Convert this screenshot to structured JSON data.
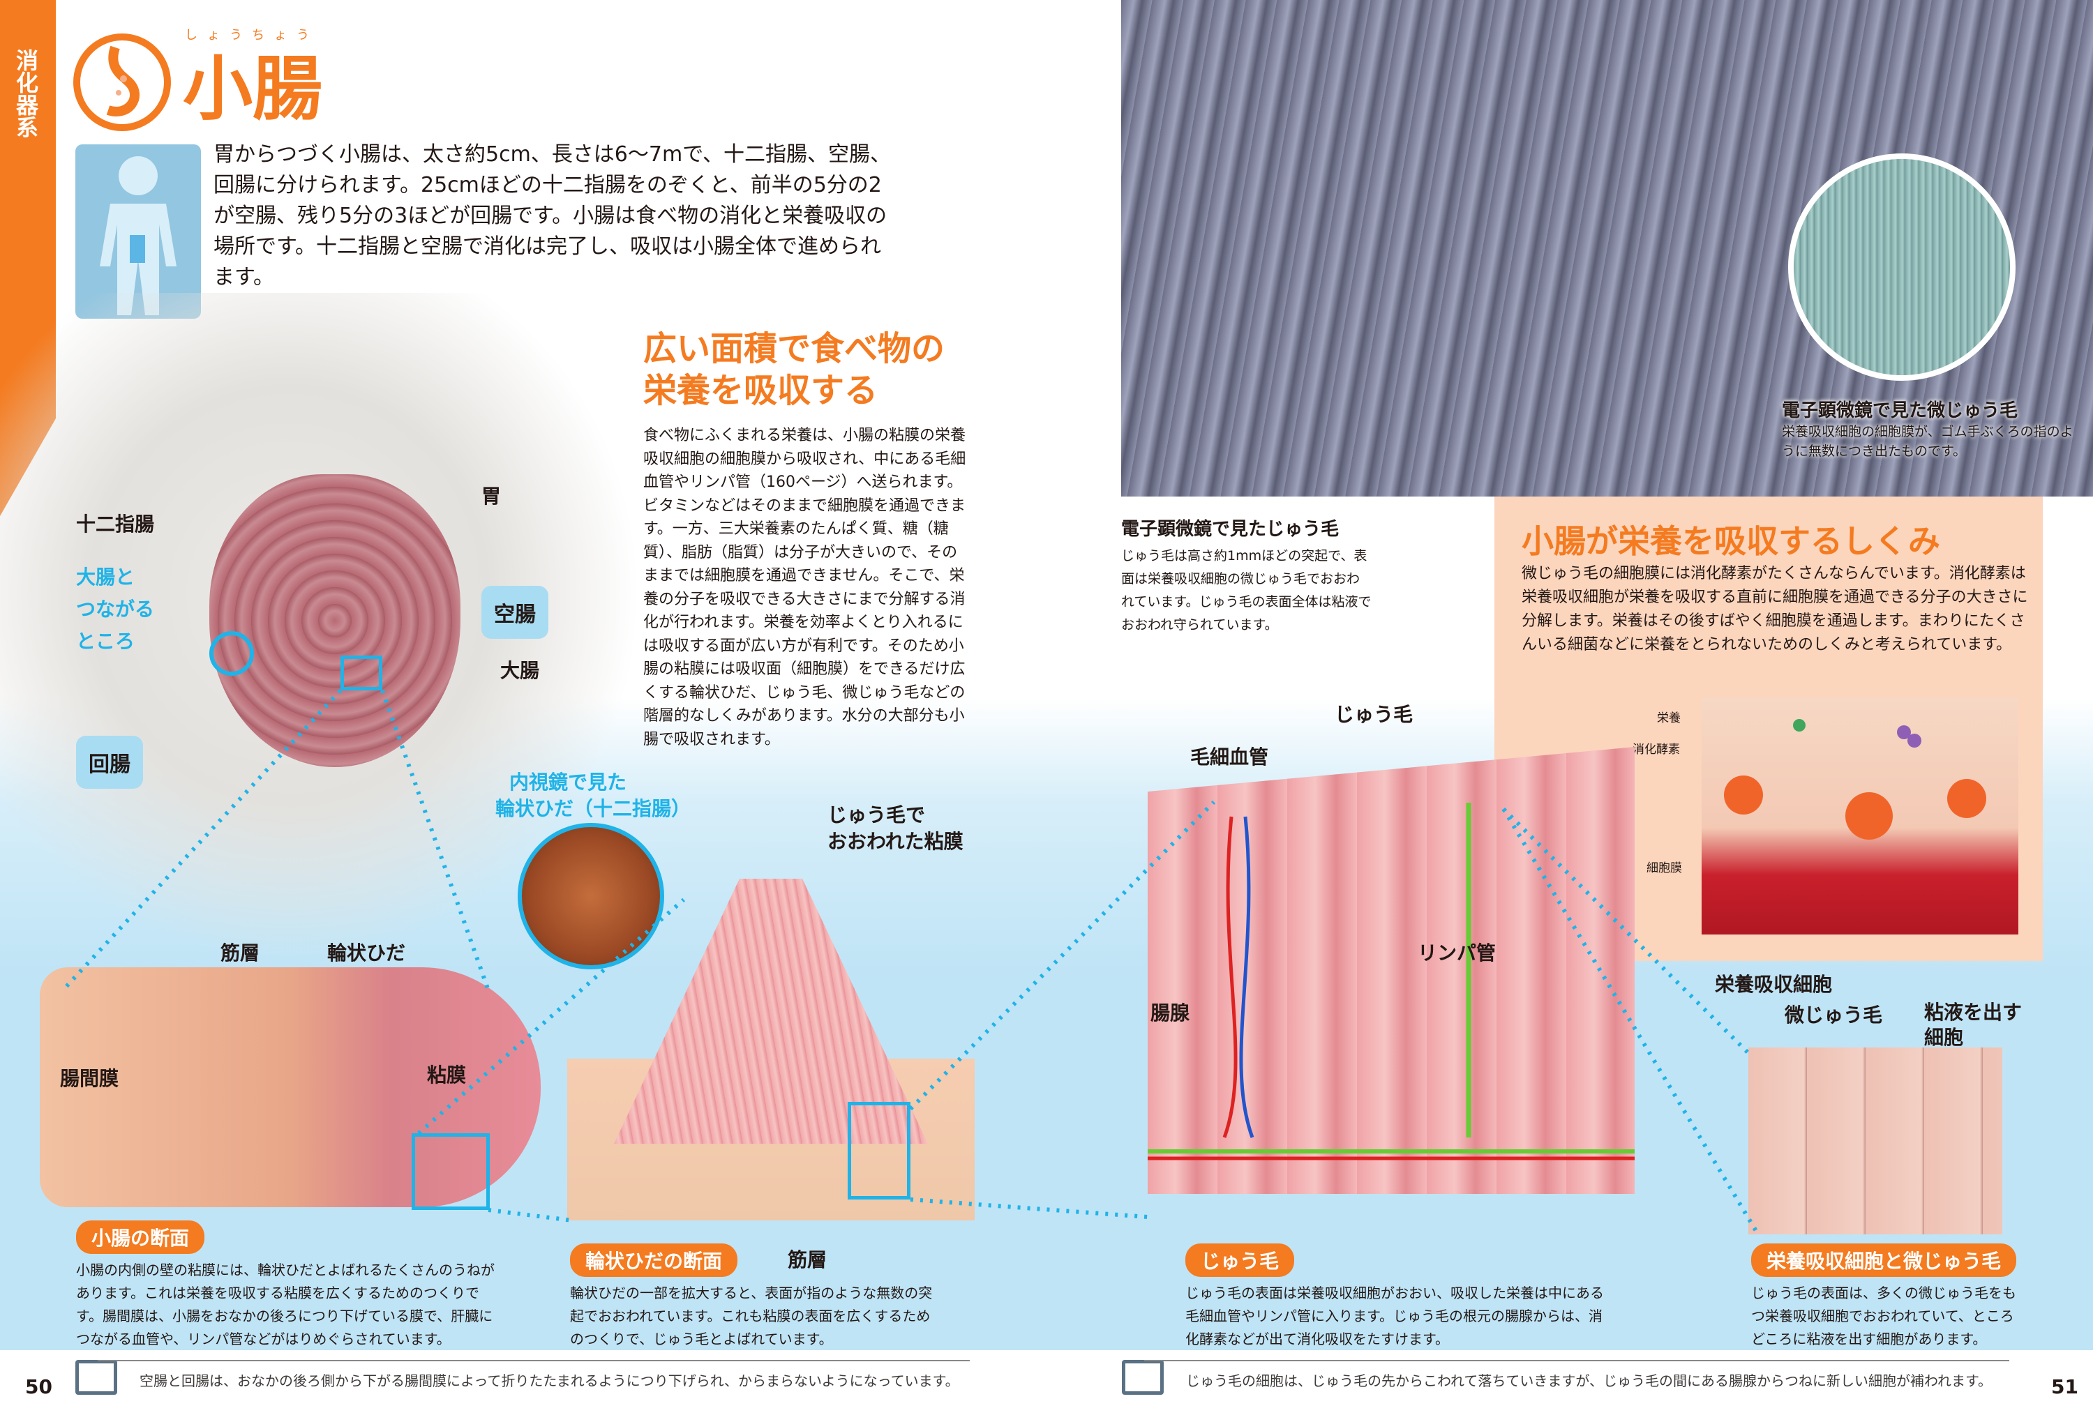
{
  "section": "消化器系",
  "title": "小腸",
  "title_ruby": "しょうちょう",
  "intro": "胃からつづく小腸は、太さ約5cm、長さは6～7mで、十二指腸、空腸、回腸に分けられます。25cmほどの十二指腸をのぞくと、前半の5分の2が空腸、残り5分の3ほどが回腸です。小腸は食べ物の消化と栄養吸収の場所です。十二指腸と空腸で消化は完了し、吸収は小腸全体で進められます。",
  "body_labels": {
    "stomach": "胃",
    "duodenum": "十二指腸",
    "connect": [
      "大腸と",
      "つながる",
      "ところ"
    ],
    "jejunum": "空腸",
    "colon": "大腸",
    "ileum": "回腸"
  },
  "main": {
    "heading": [
      "広い面積で食べ物の",
      "栄養を吸収する"
    ],
    "text": "食べ物にふくまれる栄養は、小腸の粘膜の栄養吸収細胞の細胞膜から吸収され、中にある毛細血管やリンパ管（160ページ）へ送られます。ビタミンなどはそのままで細胞膜を通過できます。一方、三大栄養素のたんぱく質、糖（糖質）、脂肪（脂質）は分子が大きいので、そのままでは細胞膜を通過できません。そこで、栄養の分子を吸収できる大きさにまで分解する消化が行われます。栄養を効率よくとり入れるには吸収する面が広い方が有利です。そのため小腸の粘膜には吸収面（細胞膜）をできるだけ広くする輪状ひだ、じゅう毛、微じゅう毛などの階層的なしくみがあります。水分の大部分も小腸で吸収されます。"
  },
  "photo": {
    "inset_title": "電子顕微鏡で見た微じゅう毛",
    "inset_text": "栄養吸収細胞の細胞膜が、ゴム手ぶくろの指のように無数につき出たものです。",
    "title": "電子顕微鏡で見たじゅう毛",
    "text": "じゅう毛は高さ約1mmほどの突起で、表面は栄養吸収細胞の微じゅう毛でおおわれています。じゅう毛の表面全体は粘液でおおわれ守られています。"
  },
  "mechanism": {
    "heading": "小腸が栄養を吸収するしくみ",
    "text": "微じゅう毛の細胞膜には消化酵素がたくさんならんでいます。消化酵素は栄養吸収細胞が栄養を吸収する直前に細胞膜を通過できる分子の大きさに分解します。栄養はその後すばやく細胞膜を通過します。まわりにたくさんいる細菌などに栄養をとられないためのしくみと考えられています。",
    "labels": [
      "栄養",
      "消化酵素",
      "細胞膜"
    ]
  },
  "diagram_labels": {
    "muscle": "筋層",
    "fold": "輪状ひだ",
    "mesentery": "腸間膜",
    "mucosa": "粘膜",
    "endo1": "内視鏡で見た",
    "endo2": "輪状ひだ（十二指腸）",
    "villi_mucosa": [
      "じゅう毛で",
      "おおわれた粘膜"
    ],
    "muscle2": "筋層",
    "villus": "じゅう毛",
    "capillary": "毛細血管",
    "lymph": "リンパ管",
    "gland": "腸腺",
    "absorb_cell": "栄養吸収細胞",
    "microvilli": "微じゅう毛",
    "mucus_cell": [
      "粘液を出す",
      "細胞"
    ]
  },
  "sections": [
    {
      "title": "小腸の断面",
      "text": "小腸の内側の壁の粘膜には、輪状ひだとよばれるたくさんのうねがあります。これは栄養を吸収する粘膜を広くするためのつくりです。腸間膜は、小腸をおなかの後ろにつり下げている膜で、肝臓につながる血管や、リンパ管などがはりめぐらされています。"
    },
    {
      "title": "輪状ひだの断面",
      "text": "輪状ひだの一部を拡大すると、表面が指のような無数の突起でおおわれています。これも粘膜の表面を広くするためのつくりで、じゅう毛とよばれています。"
    },
    {
      "title": "じゅう毛",
      "text": "じゅう毛の表面は栄養吸収細胞がおおい、吸収した栄養は中にある毛細血管やリンパ管に入ります。じゅう毛の根元の腸腺からは、消化酵素などが出て消化吸収をたすけます。"
    },
    {
      "title": "栄養吸収細胞と微じゅう毛",
      "text": "じゅう毛の表面は、多くの微じゅう毛をもつ栄養吸収細胞でおおわれていて、ところどころに粘液を出す細胞があります。"
    }
  ],
  "footer": {
    "left": "空腸と回腸は、おなかの後ろ側から下がる腸間膜によって折りたたまれるようにつり下げられ、からまらないようになっています。",
    "right": "じゅう毛の細胞は、じゅう毛の先からこわれて落ちていきますが、じゅう毛の間にある腸腺からつねに新しい細胞が補われます。",
    "page_left": "50",
    "page_right": "51"
  },
  "colors": {
    "accent": "#f47b20",
    "blue": "#1fb3e8",
    "peach": "#fcd5bd",
    "band": "#bfe4f6"
  }
}
